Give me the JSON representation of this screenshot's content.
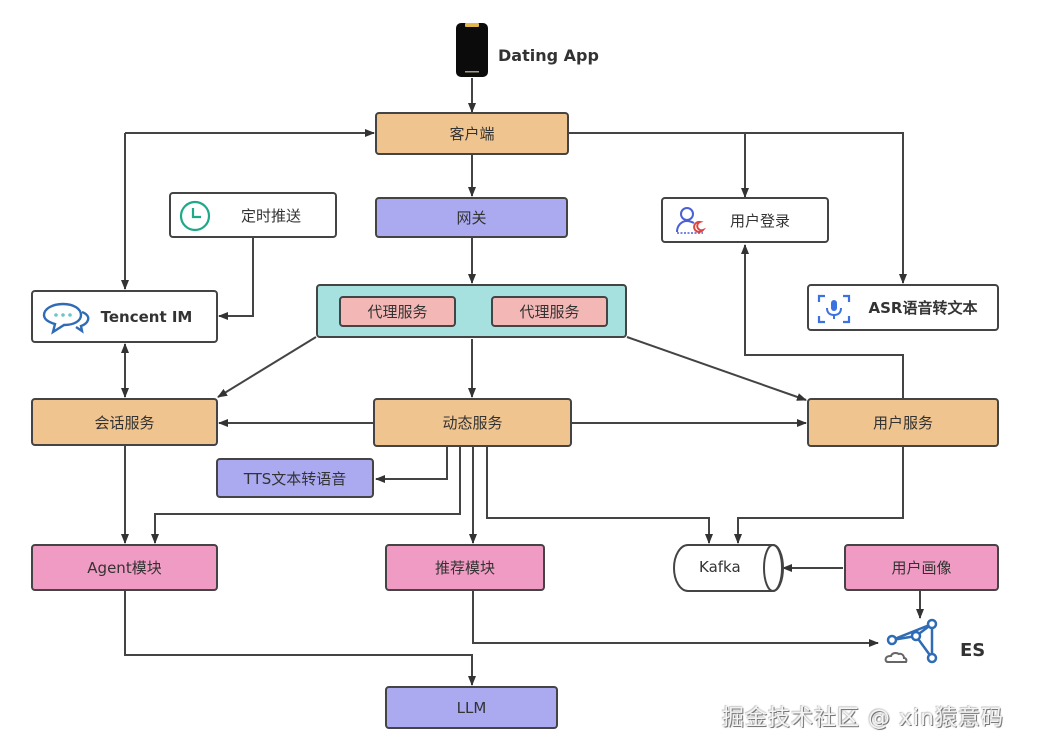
{
  "diagram": {
    "client_app": {
      "label": "Dating App",
      "icon": "smartphone-icon"
    },
    "nodes": {
      "client": "客户端",
      "gateway": "网关",
      "proxy_1": "代理服务",
      "proxy_2": "代理服务",
      "scheduled_push": "定时推送",
      "tencent_im": "Tencent IM",
      "user_login": "用户登录",
      "asr": "ASR语音转文本",
      "session_service": "会话服务",
      "feed_service": "动态服务",
      "user_service": "用户服务",
      "tts": "TTS文本转语音",
      "agent_module": "Agent模块",
      "recommend_module": "推荐模块",
      "kafka": "Kafka",
      "user_profile": "用户画像",
      "es": "ES",
      "llm": "LLM"
    },
    "icons": {
      "scheduled_push": "clock-icon",
      "tencent_im": "chat-bubbles-icon",
      "user_login": "user-login-icon",
      "asr": "microphone-scan-icon",
      "es": "network-graph-cloud-icon"
    },
    "edges": [
      {
        "from": "Dating App",
        "to": "客户端"
      },
      {
        "from": "客户端",
        "to": "网关"
      },
      {
        "from": "客户端",
        "to": "用户登录"
      },
      {
        "from": "客户端",
        "to": "ASR语音转文本"
      },
      {
        "from": "客户端",
        "to": "Tencent IM"
      },
      {
        "from": "Tencent IM",
        "to": "客户端"
      },
      {
        "from": "定时推送",
        "to": "Tencent IM"
      },
      {
        "from": "网关",
        "to": "代理服务"
      },
      {
        "from": "代理服务",
        "to": "会话服务"
      },
      {
        "from": "代理服务",
        "to": "动态服务"
      },
      {
        "from": "代理服务",
        "to": "用户服务"
      },
      {
        "from": "Tencent IM",
        "to": "会话服务",
        "bidirectional": true
      },
      {
        "from": "动态服务",
        "to": "会话服务"
      },
      {
        "from": "动态服务",
        "to": "用户服务"
      },
      {
        "from": "用户服务",
        "to": "用户登录"
      },
      {
        "from": "动态服务",
        "to": "TTS文本转语音"
      },
      {
        "from": "动态服务",
        "to": "Agent模块"
      },
      {
        "from": "动态服务",
        "to": "推荐模块"
      },
      {
        "from": "动态服务",
        "to": "Kafka"
      },
      {
        "from": "会话服务",
        "to": "Agent模块"
      },
      {
        "from": "用户服务",
        "to": "Kafka"
      },
      {
        "from": "用户画像",
        "to": "Kafka"
      },
      {
        "from": "用户画像",
        "to": "ES"
      },
      {
        "from": "推荐模块",
        "to": "ES"
      },
      {
        "from": "Agent模块",
        "to": "LLM"
      }
    ],
    "colors": {
      "orange": "#f0c48f",
      "purple": "#abaaf1",
      "pink": "#f09bc3",
      "teal": "#a6e1e0",
      "salmon": "#f3b8b5",
      "line": "#444444"
    }
  },
  "watermark": "掘金技术社区 @ xin猿意码"
}
